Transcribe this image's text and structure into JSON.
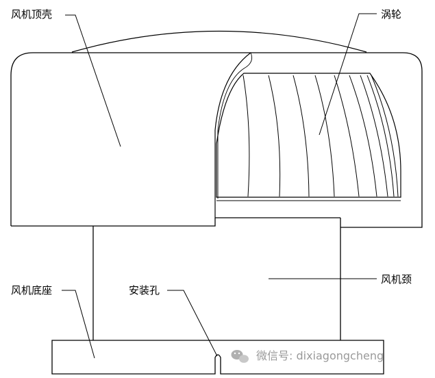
{
  "labels": {
    "top_shell": "风机顶壳",
    "turbine": "涡轮",
    "base": "风机底座",
    "mount_hole": "安装孔",
    "neck": "风机颈"
  },
  "watermark": {
    "icon": "wechat-icon",
    "text": "微信号: dixiagongcheng"
  },
  "colors": {
    "line": "#000000",
    "background": "#ffffff",
    "watermark": "#9a9a9a"
  }
}
